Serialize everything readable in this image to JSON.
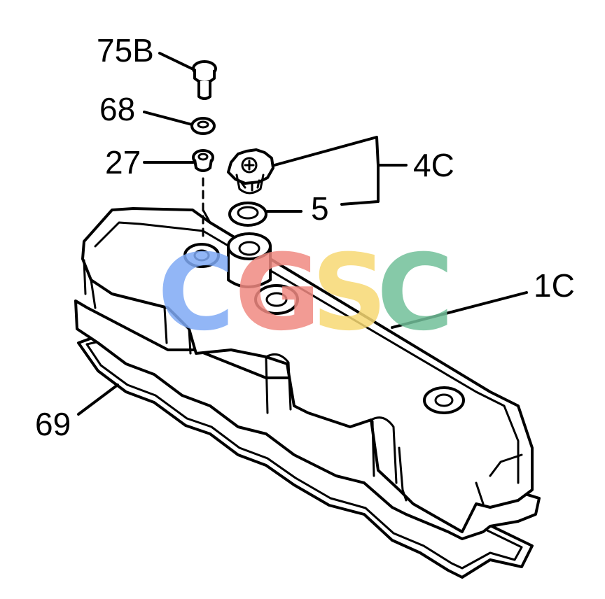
{
  "watermark": {
    "letters": [
      "C",
      "G",
      "S",
      "C"
    ],
    "colors": [
      "#7faaf5",
      "#f08a82",
      "#f7d974",
      "#72c09a"
    ]
  },
  "callouts": {
    "part_75b": "75B",
    "part_68": "68",
    "part_27": "27",
    "part_4c": "4C",
    "part_5": "5",
    "part_1c": "1C",
    "part_69": "69"
  }
}
